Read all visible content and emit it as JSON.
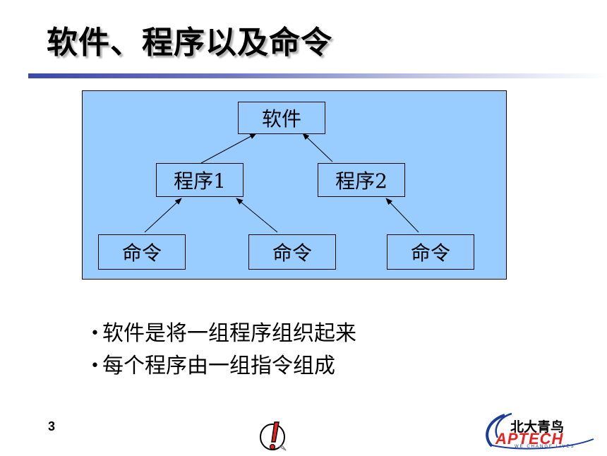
{
  "slide": {
    "title": "软件、程序以及命令",
    "page_number": "3"
  },
  "diagram": {
    "root": "软件",
    "programs": [
      "程序1",
      "程序2"
    ],
    "commands": [
      "命令",
      "命令",
      "命令"
    ]
  },
  "bullets": [
    "软件是将一组程序组织起来",
    "每个程序由一组指令组成"
  ],
  "bullet_symbol": "•",
  "logo": {
    "name_cn": "北大青鸟",
    "name_en": "APTECH",
    "tagline": "WE CHANGE LIVES"
  },
  "colors": {
    "diagram_fill": "#99ccff",
    "title_rule": "#3a48a8",
    "logo_red": "#e8231f",
    "logo_blue": "#1a3c9c"
  },
  "icons": {
    "alert": "exclamation-icon"
  }
}
